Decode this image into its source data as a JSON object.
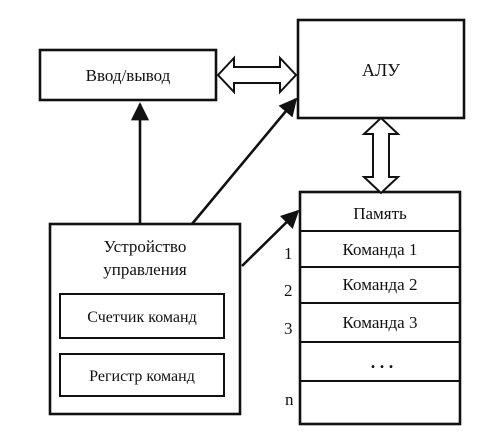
{
  "blocks": {
    "io": "Ввод/вывод",
    "alu": "АЛУ",
    "control_line1": "Устройство",
    "control_line2": "управления",
    "counter": "Счетчик команд",
    "register": "Регистр  команд"
  },
  "memory": {
    "title": "Память",
    "rows": [
      {
        "index": "1",
        "label": "Команда 1"
      },
      {
        "index": "2",
        "label": "Команда 2"
      },
      {
        "index": "3",
        "label": "Команда 3"
      },
      {
        "index": "",
        "label": ". . ."
      },
      {
        "index": "n",
        "label": ""
      }
    ]
  }
}
